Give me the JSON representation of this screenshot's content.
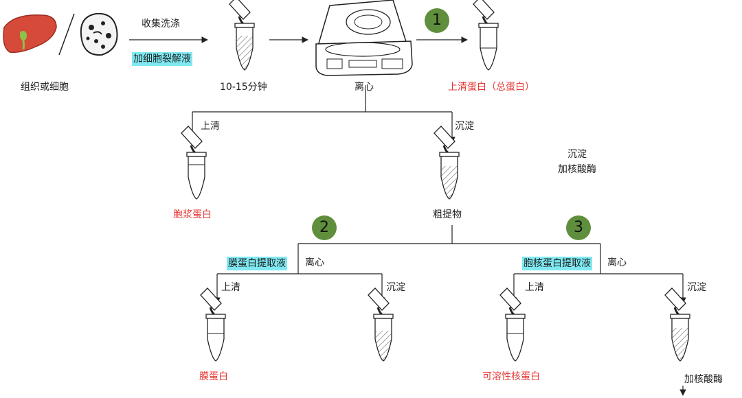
{
  "labels": {
    "tissue_or_cell": "组织或细胞",
    "collect_wash": "收集洗涤",
    "add_lysis_buffer": "加细胞裂解液",
    "time": "10-15分钟",
    "centrifuge": "离心",
    "supernatant_total": "上清蛋白（总蛋白）",
    "branch_supernatant": "上清",
    "branch_precipitate": "沉淀",
    "cytoplasmic_protein": "胞浆蛋白",
    "precip_note_1": "沉淀",
    "precip_note_2": "加核酸酶",
    "crude_extract": "粗提物",
    "membrane_buffer": "膜蛋白提取液",
    "centrifuge_2": "离心",
    "nuclear_buffer": "胞核蛋白提取液",
    "centrifuge_3": "离心",
    "sub_supernatant_1": "上清",
    "sub_precipitate_1": "沉淀",
    "sub_supernatant_2": "上清",
    "sub_precipitate_2": "沉淀",
    "membrane_protein": "膜蛋白",
    "soluble_nuclear_protein": "可溶性核蛋白",
    "add_nuclease_end": "加核酸酶"
  },
  "badges": {
    "one": "1",
    "two": "2",
    "three": "3"
  },
  "colors": {
    "red_text": "#e53935",
    "highlight": "#7fe9f2",
    "badge": "#5f8f3c"
  }
}
